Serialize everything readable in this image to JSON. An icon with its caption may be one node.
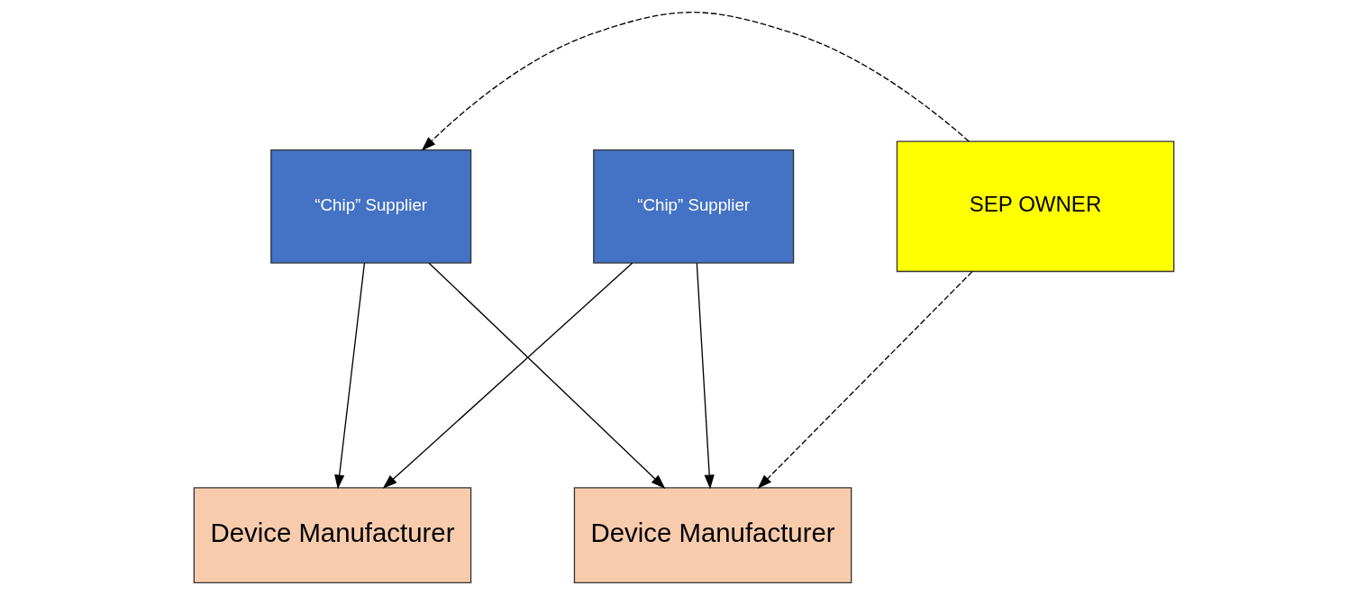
{
  "diagram": {
    "nodes": [
      {
        "text": [
          "“Chip” Supplier"
        ]
      },
      {
        "text": [
          "“Chip” Supplier"
        ]
      },
      {
        "text": [
          "Device Manufacturer"
        ]
      },
      {
        "text": [
          "Device Manufacturer"
        ]
      },
      {
        "text": [
          "SEP OWNER"
        ]
      }
    ],
    "edges": [
      {
        "from": 0,
        "to": 2,
        "arrow": "to"
      },
      {
        "from": 0,
        "to": 3,
        "arrow": "to"
      },
      {
        "from": 1,
        "to": 2,
        "arrow": "to"
      },
      {
        "from": 1,
        "to": 3,
        "arrow": "to"
      },
      {
        "from": 4,
        "to": 1,
        "arrow": "to",
        "style": "dashed"
      },
      {
        "from": 4,
        "to": 3,
        "arrow": "to",
        "style": "dashed"
      }
    ]
  }
}
